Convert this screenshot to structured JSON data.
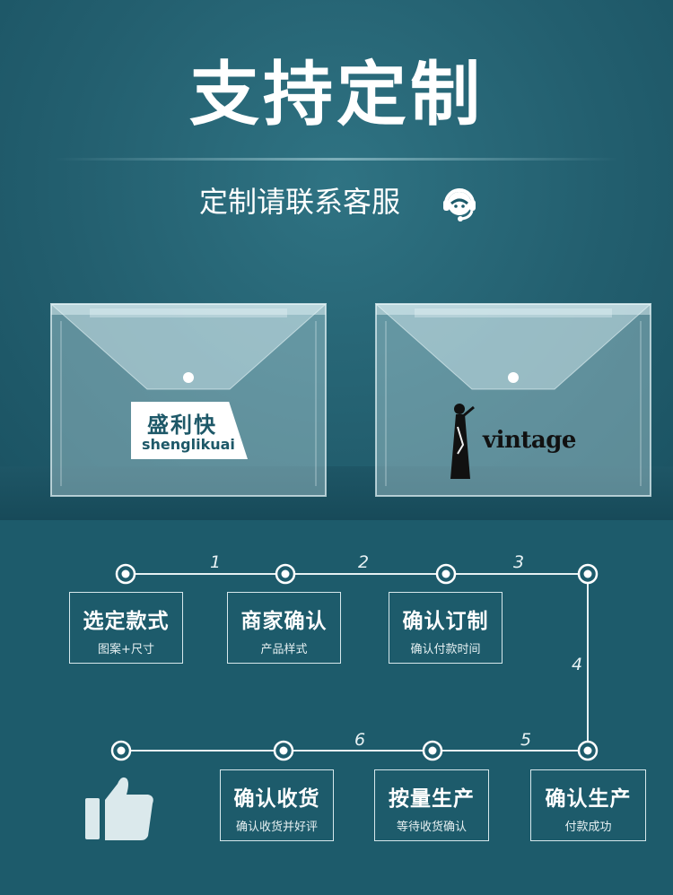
{
  "header": {
    "title": "支持定制",
    "subtitle": "定制请联系客服",
    "service_icon": "customer-service-headset-icon"
  },
  "samples": {
    "left_logo_cn": "盛利快",
    "left_logo_en": "shenglikuai",
    "right_logo_text": "vintage"
  },
  "steps": [
    {
      "title": "选定款式",
      "desc": "图案+尺寸"
    },
    {
      "title": "商家确认",
      "desc": "产品样式"
    },
    {
      "title": "确认订制",
      "desc": "确认付款时间"
    },
    {
      "title": "确认生产",
      "desc": "付款成功"
    },
    {
      "title": "按量生产",
      "desc": "等待收货确认"
    },
    {
      "title": "确认收货",
      "desc": "确认收货并好评"
    }
  ],
  "step_numbers": [
    "1",
    "2",
    "3",
    "4",
    "5",
    "6"
  ],
  "final_icon": "thumbs-up-icon",
  "colors": {
    "background": "#1d5b6b",
    "accent_white": "#ffffff",
    "line": "#d6e8ec"
  }
}
